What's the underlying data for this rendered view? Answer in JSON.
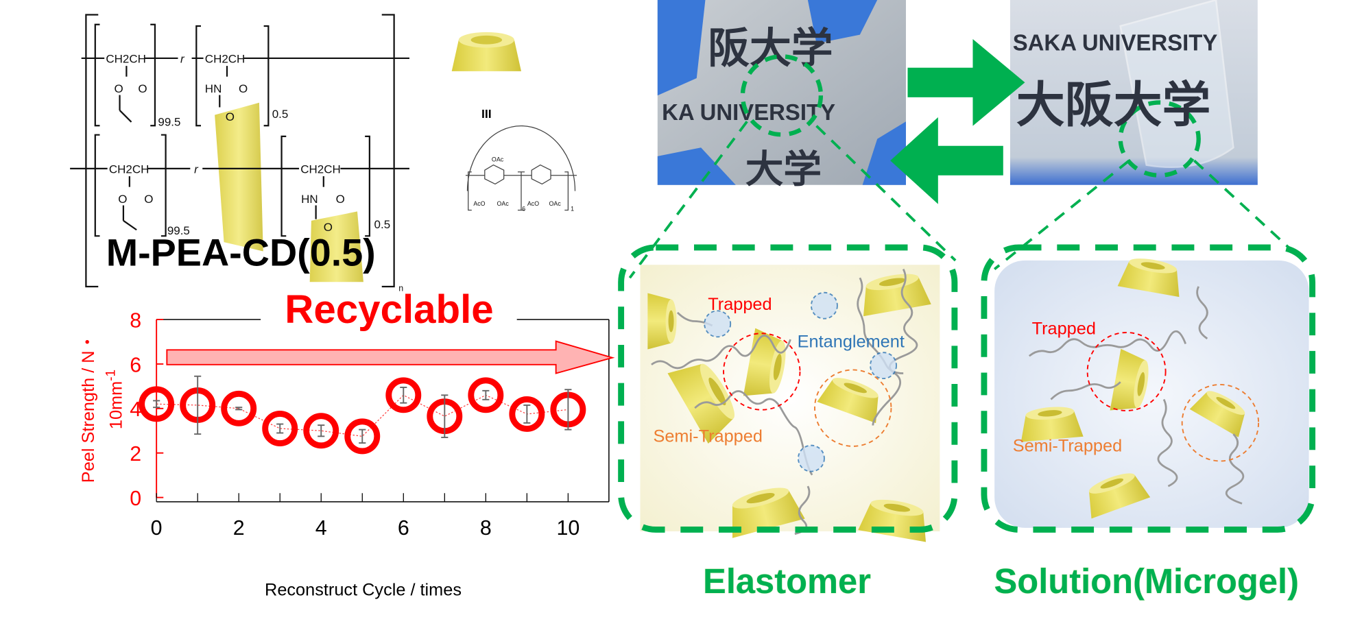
{
  "structure": {
    "unit_top_left": "CH2CH",
    "unit_subscript_a": "99.5",
    "unit_subscript_b": "0.5",
    "random_label": "r",
    "repeat_label": "n",
    "ester_o": "O",
    "amide_hn": "HN",
    "cd_label": "III",
    "oac": "OAc",
    "aco": "AcO",
    "sub6": "6",
    "sub1": "1"
  },
  "title": "M-PEA-CD(0.5)",
  "photos": {
    "left_text_1": "阪大学",
    "left_text_2": "KA UNIVERSITY",
    "left_text_3": "大学",
    "right_text_1": "SAKA UNIVERSITY",
    "right_text_2": "大阪大学"
  },
  "panels": {
    "elastomer": {
      "title": "Elastomer",
      "trapped": "Trapped",
      "entanglement": "Entanglement",
      "semi_trapped": "Semi-Trapped"
    },
    "solution": {
      "title": "Solution(Microgel)",
      "trapped": "Trapped",
      "semi_trapped": "Semi-Trapped"
    }
  },
  "colors": {
    "green": "#00b050",
    "red": "#ff0000",
    "orange": "#ed7d31",
    "blue": "#2e75b6",
    "cd_yellow": "#e8dc5a"
  },
  "chart_data": {
    "type": "scatter",
    "title": "",
    "annotation": "Recyclable",
    "xlabel": "Reconstruct Cycle / times",
    "ylabel_line1": "Peel Strength / N・",
    "ylabel_line2": "10mm",
    "ylabel_sup": "-1",
    "xlim": [
      0,
      11
    ],
    "ylim": [
      0,
      8
    ],
    "xticks": [
      0,
      2,
      4,
      6,
      8,
      10
    ],
    "yticks": [
      0,
      2,
      4,
      6,
      8
    ],
    "grid": false,
    "x": [
      0,
      1,
      2,
      3,
      4,
      5,
      6,
      7,
      8,
      9,
      10
    ],
    "values": [
      4.2,
      4.15,
      4.0,
      3.1,
      3.0,
      2.75,
      4.6,
      3.65,
      4.6,
      3.75,
      3.95
    ],
    "error": [
      0.15,
      1.3,
      0.05,
      0.2,
      0.25,
      0.3,
      0.35,
      0.95,
      0.2,
      0.4,
      0.9
    ]
  }
}
